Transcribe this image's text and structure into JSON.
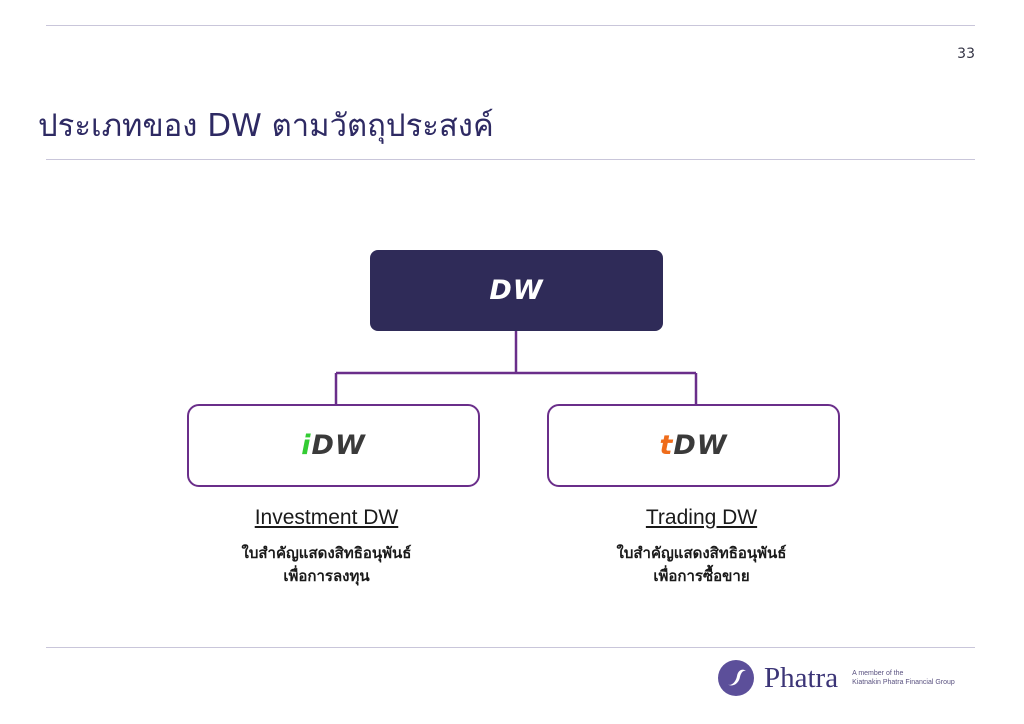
{
  "page_number": "33",
  "title": "ประเภทของ DW ตามวัตถุประสงค์",
  "diagram": {
    "root": {
      "label": "DW",
      "fill": "#2f2b58"
    },
    "children": [
      {
        "prefix": "i",
        "suffix": "DW",
        "prefix_color": "#33cc33",
        "caption_title": "Investment DW",
        "caption_desc_line1": "ใบสำคัญแสดงสิทธิอนุพันธ์",
        "caption_desc_line2": "เพื่อการลงทุน"
      },
      {
        "prefix": "t",
        "suffix": "DW",
        "prefix_color": "#ef6c1a",
        "caption_title": "Trading DW",
        "caption_desc_line1": "ใบสำคัญแสดงสิทธิอนุพันธ์",
        "caption_desc_line2": "เพื่อการซื้อขาย"
      }
    ],
    "connector_color": "#6a2e8a"
  },
  "footer": {
    "brand": "Phatra",
    "tagline_line1": "A member of the",
    "tagline_line2": "Kiatnakin Phatra Financial Group",
    "logo_icon": "phatra-swoosh-icon"
  }
}
